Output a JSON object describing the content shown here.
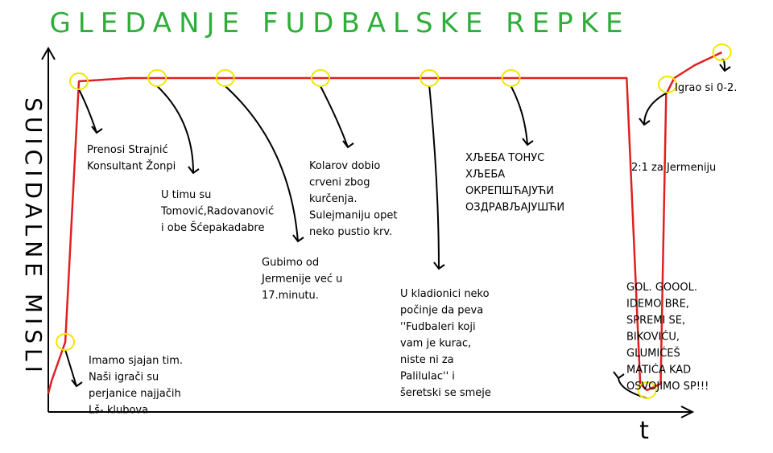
{
  "chart_data": {
    "type": "line",
    "title": "GLEDANJE FUDBALSKE REPKE",
    "ylabel": "SUICIDALNE MISLI",
    "xlabel": "t",
    "colors": {
      "line": "#e02020",
      "marker": "#f2e600",
      "title": "#2fae3a",
      "ink": "#000000"
    },
    "series": [
      {
        "values": [
          {
            "x": 0,
            "y": 2
          },
          {
            "x": 0.5,
            "y": 6
          },
          {
            "x": 2.5,
            "y": 18
          },
          {
            "x": 4.5,
            "y": 99
          },
          {
            "x": 12,
            "y": 100
          },
          {
            "x": 23,
            "y": 100
          },
          {
            "x": 33,
            "y": 100
          },
          {
            "x": 44,
            "y": 100
          },
          {
            "x": 59,
            "y": 100
          },
          {
            "x": 72,
            "y": 100
          },
          {
            "x": 85,
            "y": 100
          },
          {
            "x": 87,
            "y": 5
          },
          {
            "x": 88,
            "y": 3
          },
          {
            "x": 90,
            "y": 5
          },
          {
            "x": 90.8,
            "y": 95
          },
          {
            "x": 92,
            "y": 100
          },
          {
            "x": 95,
            "y": 104
          },
          {
            "x": 99,
            "y": 108
          }
        ]
      }
    ],
    "annotations": [
      {
        "x": 2.5,
        "y": 18,
        "lines": [
          "Imamo sjajan tim.",
          "Naši igrači su",
          "perjanice najjačih",
          "Lš- klubova"
        ]
      },
      {
        "x": 4.5,
        "y": 99,
        "lines": [
          "Prenosi Strajnić",
          "Konsultant Žonpi"
        ]
      },
      {
        "x": 16,
        "y": 100,
        "lines": [
          "U timu su",
          "Tomović,Radovanović",
          "i obe Šćepakadabre"
        ]
      },
      {
        "x": 26,
        "y": 100,
        "lines": [
          "Gubimo od",
          "Jermenije već u",
          "17.minutu."
        ]
      },
      {
        "x": 40,
        "y": 100,
        "lines": [
          "Kolarov dobio",
          "crveni zbog",
          "kurčenja.",
          "Sulejmaniju opet",
          "neko pustio krv."
        ]
      },
      {
        "x": 56,
        "y": 100,
        "lines": [
          "U kladionici neko",
          "počinje da peva",
          "''Fudbaleri koji",
          "vam je kurac,",
          "niste ni za",
          "Palilulac'' i",
          "šeretski se smeje"
        ]
      },
      {
        "x": 68,
        "y": 100,
        "lines": [
          "ХЉЕБА ТОНУС",
          "ХЉЕБА",
          "ОКРЕПШЋАЈУЋИ",
          "ОЗДРАВЉАЈУШЋИ"
        ]
      },
      {
        "x": 88,
        "y": 3,
        "lines": [
          "GOL. GOOOL.",
          "IDEMO BRE,",
          "SPREMI SE,",
          "BIKOVIĆU,",
          "GLUMIĆEŠ",
          "MATIĆA KAD",
          "OSVOJIMO SP!!!"
        ]
      },
      {
        "x": 91,
        "y": 98,
        "lines": [
          "2:1 za Jermeniju"
        ]
      },
      {
        "x": 99,
        "y": 108,
        "lines": [
          "Igrao si 0-2."
        ]
      }
    ]
  }
}
